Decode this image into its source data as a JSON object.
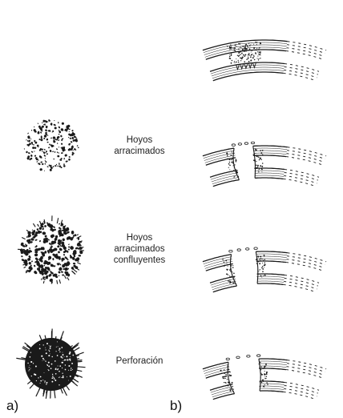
{
  "rows": [
    {
      "id": "row-0",
      "lines": []
    },
    {
      "id": "row-1",
      "lines": [
        "Hoyos",
        "arracimados"
      ]
    },
    {
      "id": "row-2",
      "lines": [
        "Hoyos",
        "arracimados",
        "confluyentes"
      ]
    },
    {
      "id": "row-3",
      "lines": [
        "Perforación"
      ]
    }
  ],
  "panels": {
    "a": "a)",
    "b": "b)"
  },
  "ink_color": "#1a1a1a"
}
